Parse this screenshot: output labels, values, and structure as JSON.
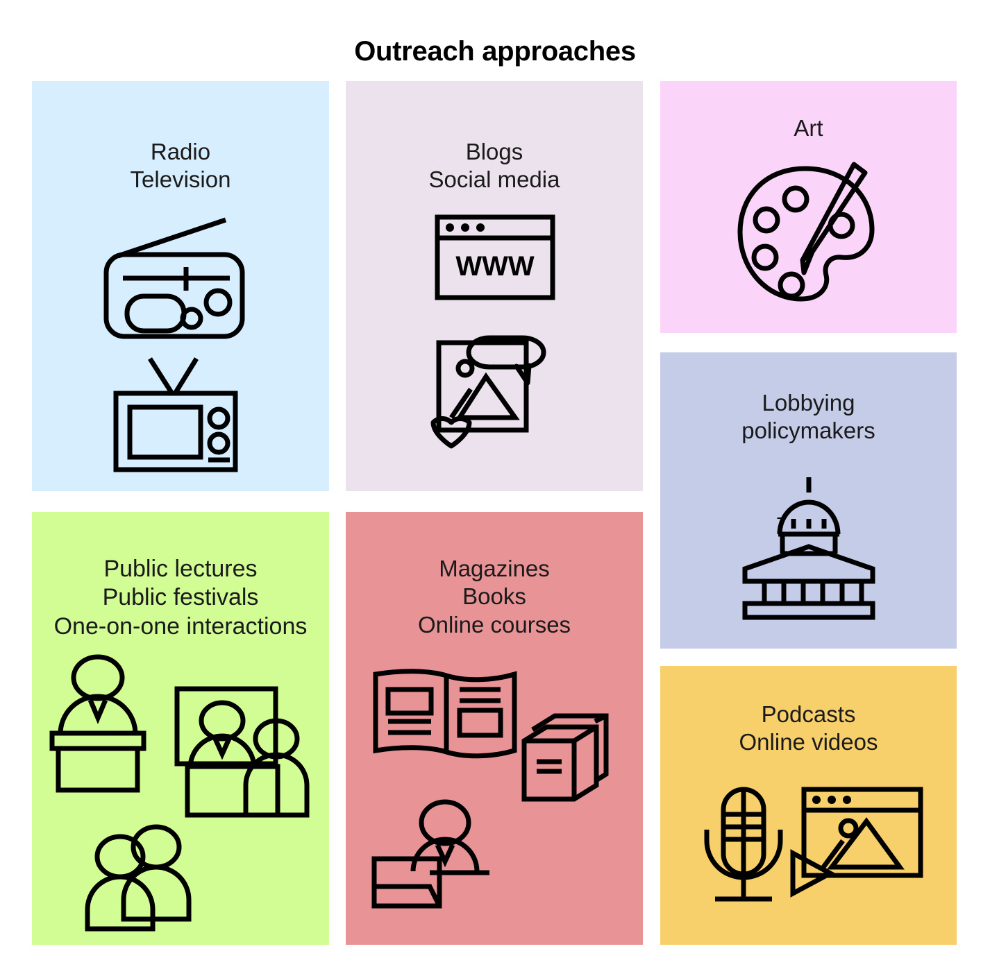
{
  "header": {
    "title": "Outreach approaches"
  },
  "panels": [
    {
      "id": "radio-tv",
      "label": "Radio\nTelevision",
      "color": "#d6eeff",
      "icons": [
        "radio-icon",
        "television-icon"
      ]
    },
    {
      "id": "blogs-social",
      "label": "Blogs\nSocial media",
      "color": "#ece2ee",
      "icons": [
        "browser-www-icon",
        "social-photo-post-icon"
      ],
      "browser_text": "WWW"
    },
    {
      "id": "art",
      "label": "Art",
      "color": "#fbd5f9",
      "icons": [
        "paint-palette-icon"
      ]
    },
    {
      "id": "lobbying",
      "label": "Lobbying\npolicymakers",
      "color": "#c5cce8",
      "icons": [
        "government-building-icon"
      ]
    },
    {
      "id": "podcasts",
      "label": "Podcasts\nOnline videos",
      "color": "#f7cf6b",
      "icons": [
        "microphone-icon",
        "video-player-icon"
      ]
    },
    {
      "id": "public",
      "label": "Public lectures\nPublic festivals\nOne-on-one interactions",
      "color": "#d2fd95",
      "icons": [
        "podium-speaker-icon",
        "presentation-meeting-icon",
        "two-people-icon"
      ]
    },
    {
      "id": "magazines",
      "label": "Magazines\nBooks\nOnline courses",
      "color": "#e89396",
      "icons": [
        "open-magazine-icon",
        "book-stack-icon",
        "person-laptop-icon"
      ]
    }
  ]
}
